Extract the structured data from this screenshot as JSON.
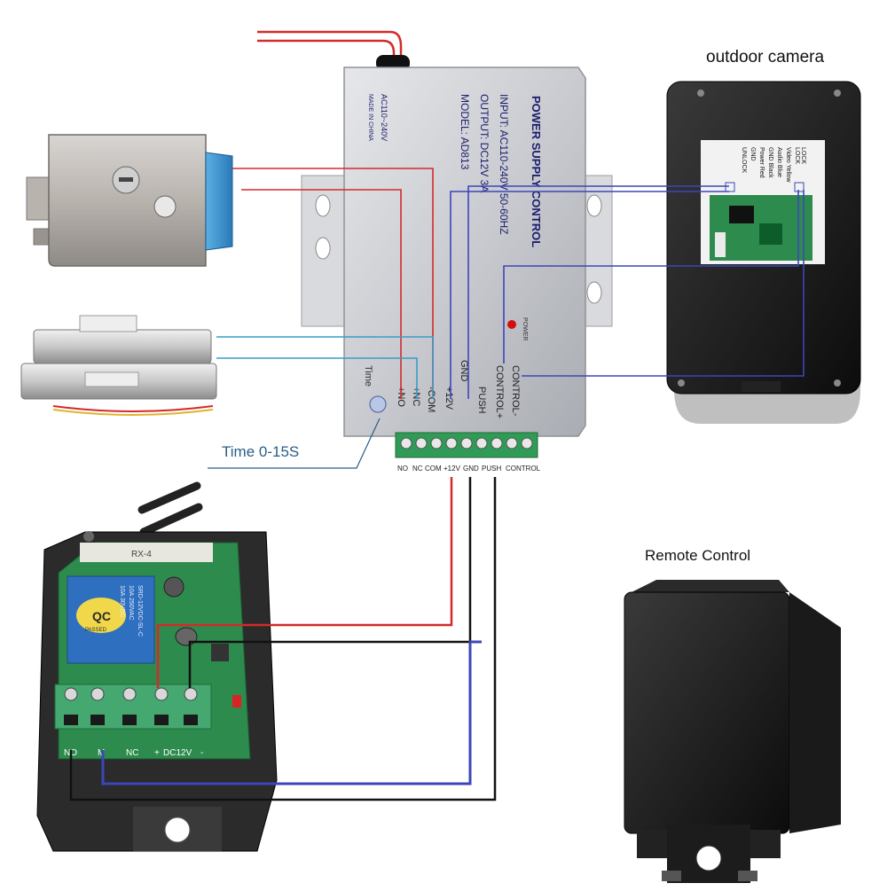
{
  "labels": {
    "outdoor_camera": "outdoor camera",
    "remote_control": "Remote Control",
    "time_range": "Time 0-15S"
  },
  "power_supply": {
    "title": "POWER SUPPLY CONTROL",
    "input": "INPUT: AC110-240V  50-60HZ",
    "output": "OUTPUT: DC12V 3A",
    "model": "MODEL: AD813",
    "ac_rating": "AC110~240V",
    "made_in": "MADE IN CHINA",
    "power_led_label": "POWER",
    "time_label": "Time",
    "side_terminals": [
      "+NO",
      "+NC",
      "-COM",
      "+12V",
      "GND",
      "PUSH",
      "CONTROL+",
      "CONTROL-"
    ],
    "terminal_block_labels": [
      "NO",
      "NC",
      "COM",
      "+12V",
      "GND",
      "PUSH",
      "CONTROL"
    ]
  },
  "camera": {
    "pin_labels": [
      "LOCK",
      "LOCK",
      "Video  Yellow",
      "Audio  Blue",
      "GND  Black",
      "Power  Red",
      "GND",
      "UNLOCK"
    ]
  },
  "receiver_board": {
    "module_label": "RX-4",
    "relay_text": [
      "QC",
      "PASSED",
      "SRD-12VDC-SL-C",
      "10A 250VAC",
      "10A 30VDC"
    ],
    "terminal_labels": [
      "NO",
      "M",
      "NC",
      "+",
      "DC12V",
      "-"
    ]
  },
  "wire_colors": {
    "power": "#d42a2a",
    "signal": "#3c46b8",
    "ground": "#111111",
    "lock": "#3b9bc9"
  }
}
